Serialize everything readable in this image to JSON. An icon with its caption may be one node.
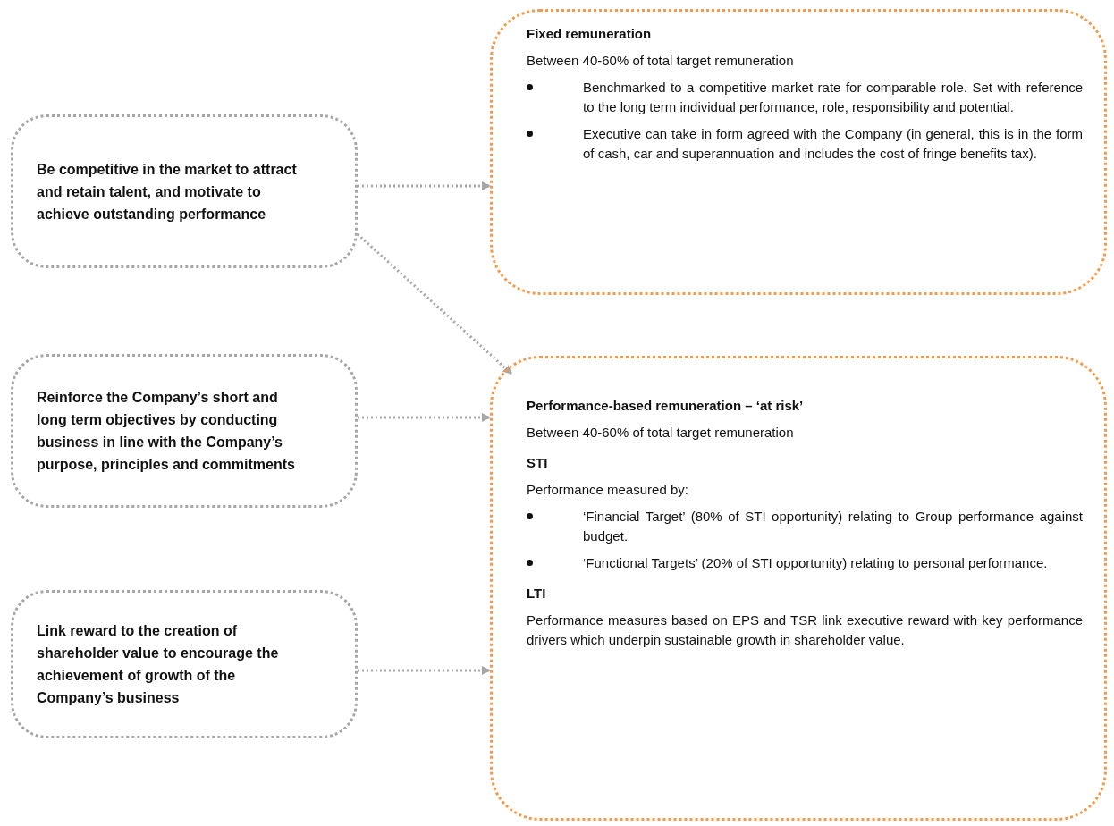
{
  "diagram": {
    "nodes": [
      {
        "text": [
          "Be competitive in the market to attract and retain talent, and motivate to achieve outstanding performance"
        ]
      },
      {
        "text": [
          "Reinforce the Company’s short and long term objectives by conducting business in line with the Company’s purpose, principles and commitments"
        ]
      },
      {
        "text": [
          "Link reward to the creation of shareholder value to encourage the achievement of growth of the Company’s business"
        ]
      },
      {
        "text": [
          "Fixed remuneration",
          "Between 40-60% of total target remuneration",
          "Benchmarked to a competitive market rate for comparable role. Set with reference to the long term individual performance, role, responsibility and potential.",
          "Executive can take in form agreed with the Company (in general, this is in the form of cash, car and superannuation and includes the cost of fringe benefits tax)."
        ]
      },
      {
        "text": [
          "Performance-based remuneration – ‘at risk’",
          "Between 40-60% of total target remuneration",
          "STI",
          "Performance measured by:",
          "‘Financial Target’ (80% of STI opportunity) relating to Group performance against budget.",
          "‘Functional Targets’ (20% of STI opportunity) relating to personal performance.",
          "LTI",
          "Performance measures based on EPS and TSR link executive reward with key performance drivers which underpin sustainable growth in shareholder value."
        ]
      }
    ],
    "edges": [
      {
        "from": 0,
        "to": 3,
        "arrow": "to"
      },
      {
        "from": 0,
        "to": 4,
        "arrow": "to"
      },
      {
        "from": 1,
        "to": 4,
        "arrow": "to"
      },
      {
        "from": 2,
        "to": 4,
        "arrow": "to"
      }
    ]
  }
}
